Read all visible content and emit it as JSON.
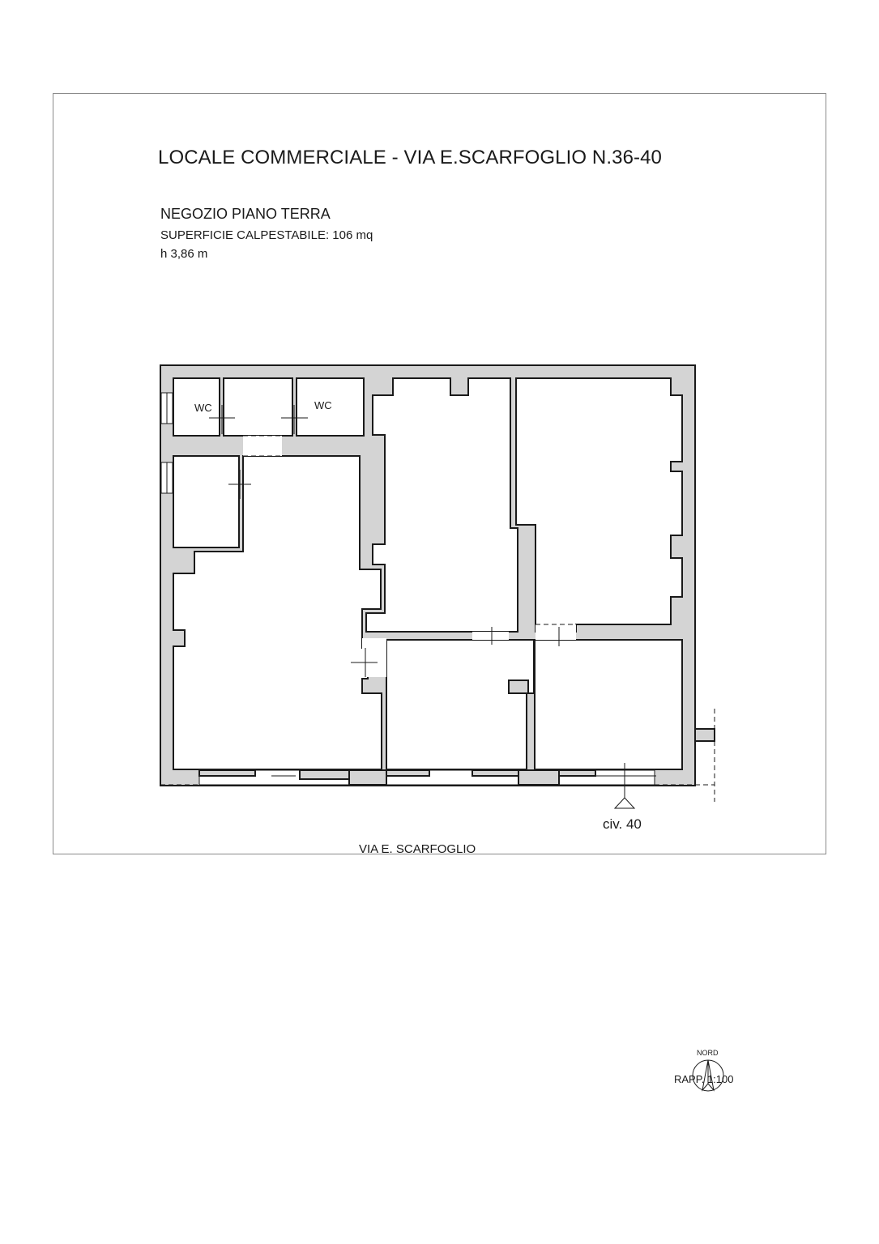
{
  "title": "LOCALE COMMERCIALE - VIA E.SCARFOGLIO N.36-40",
  "subtitle": "NEGOZIO PIANO TERRA",
  "surface": "SUPERFICIE CALPESTABILE: 106 mq",
  "height": "h 3,86 m",
  "rooms": {
    "wc_1": "WC",
    "wc_2": "WC"
  },
  "street": "VIA E. SCARFOGLIO",
  "entrance": "civ. 40",
  "north_label": "NORD",
  "scale": "RAPP. 1:100",
  "icons": [
    "north-arrow-icon",
    "entrance-triangle-icon"
  ]
}
